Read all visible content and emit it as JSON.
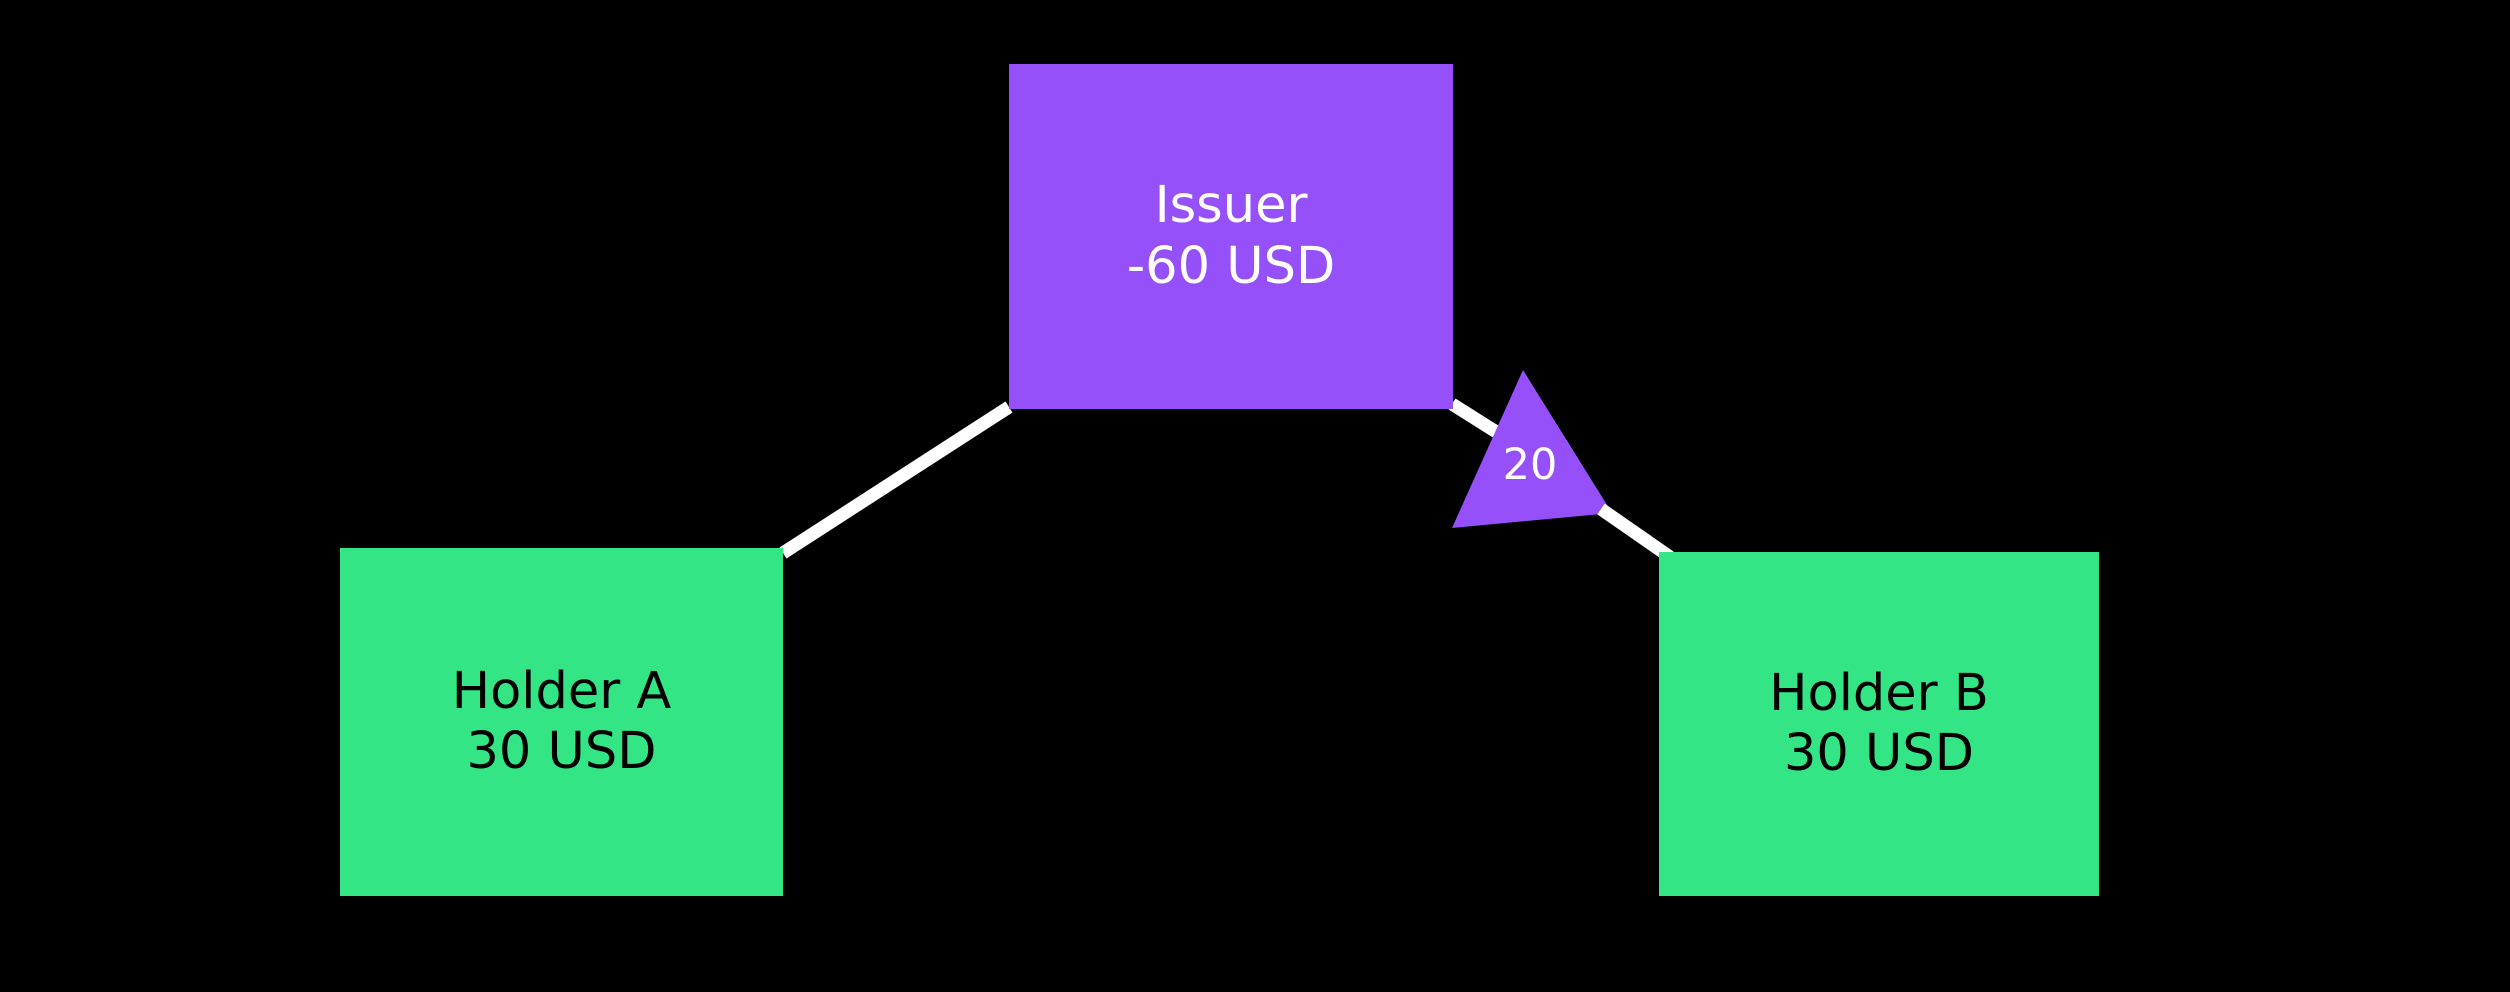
{
  "diagram": {
    "background_color": "#000000",
    "edge_color": "#ffffff",
    "nodes": [
      {
        "id": "issuer",
        "title": "Issuer",
        "amount": "-60 USD",
        "fill": "#9650fa",
        "text_color": "#ffffff"
      },
      {
        "id": "holder-a",
        "title": "Holder A",
        "amount": "30 USD",
        "fill": "#34e585",
        "text_color": "#000000"
      },
      {
        "id": "holder-b",
        "title": "Holder B",
        "amount": "30 USD",
        "fill": "#34e585",
        "text_color": "#000000"
      }
    ],
    "edges": [
      {
        "id": "issuer-to-holder-a",
        "from": "issuer",
        "to": "holder-a",
        "label": "",
        "color": "#ffffff"
      },
      {
        "id": "issuer-to-holder-b",
        "from": "issuer",
        "to": "holder-b",
        "label": "20",
        "label_color": "#ffffff",
        "marker_fill": "#9650fa",
        "color": "#ffffff"
      }
    ]
  }
}
